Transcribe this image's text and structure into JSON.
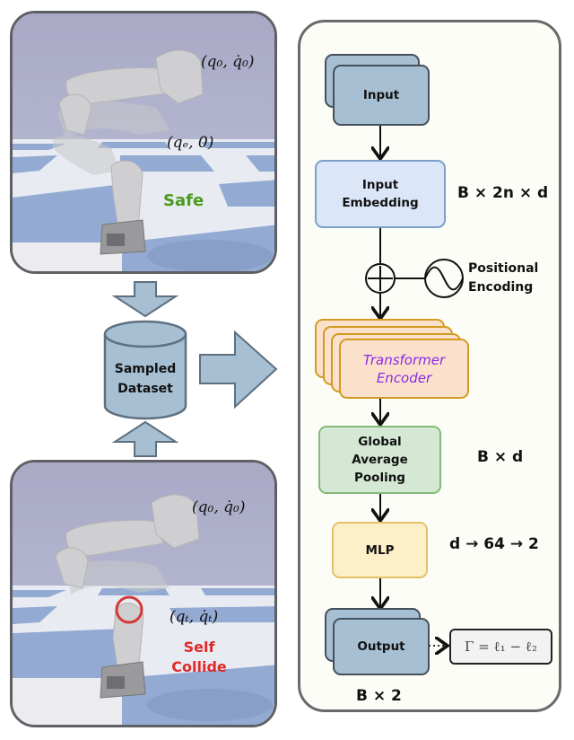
{
  "scene_top": {
    "start_state": "(q₀, q̇₀)",
    "end_state": "(qₑ, 0)",
    "status": "Safe",
    "status_color": "#4a9a1c"
  },
  "scene_bottom": {
    "start_state": "(q₀, q̇₀)",
    "end_state": "(qₜ, q̇ₜ)",
    "status_line1": "Self",
    "status_line2": "Collide",
    "status_color": "#e02a2a"
  },
  "dataset": {
    "line1": "Sampled",
    "line2": "Dataset"
  },
  "architecture": {
    "input": "Input",
    "embedding_line1": "Input",
    "embedding_line2": "Embedding",
    "embedding_shape": "B × 2n × d",
    "positional_line1": "Positional",
    "positional_line2": "Encoding",
    "transformer_line1": "Transformer",
    "transformer_line2": "Encoder",
    "pooling_line1": "Global",
    "pooling_line2": "Average",
    "pooling_line3": "Pooling",
    "pooling_shape": "B × d",
    "mlp": "MLP",
    "mlp_shape": "d → 64 → 2",
    "output": "Output",
    "output_shape": "B × 2",
    "gamma_formula": "Γ = ℓ₁ − ℓ₂"
  },
  "colors": {
    "input_fill": "#a7bfd3",
    "embedding_fill": "#dbe6f8",
    "transformer_fill": "#fbe1cc",
    "pooling_fill": "#d5e8d3",
    "mlp_fill": "#fdefc8",
    "transformer_text": "#8a2be2"
  }
}
